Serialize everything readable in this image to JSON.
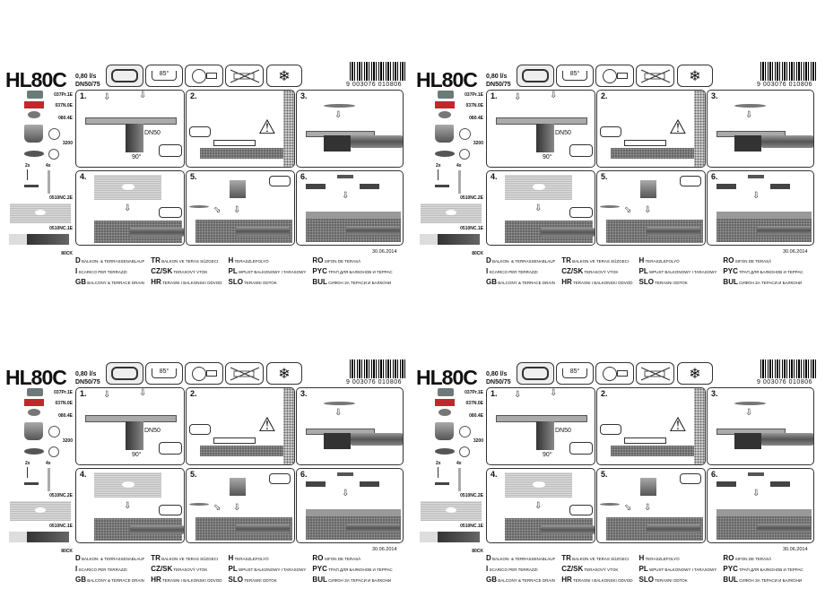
{
  "product": {
    "code": "HL80C",
    "flow": "0,80 l/s",
    "dn": "DN50/75",
    "barcode_number": "9 003076 010806",
    "date": "30.06.2014"
  },
  "icons": [
    "drain-grate-icon",
    "temperature-85-icon",
    "siphon-icon",
    "no-tool-icon",
    "frost-snowflake-icon"
  ],
  "temperature_label": "85°",
  "parts": [
    {
      "code": "037Pr.1E"
    },
    {
      "code": "037N.0E"
    },
    {
      "code": "080.4E"
    },
    {
      "code": "3200"
    },
    {
      "code": "0510NC.2E"
    },
    {
      "code": "0510NC.1E"
    },
    {
      "code": "80CK"
    }
  ],
  "quantities": {
    "screw": "2x",
    "pin": "4x"
  },
  "steps": [
    "1.",
    "2.",
    "3.",
    "4.",
    "5.",
    "6."
  ],
  "step_labels": {
    "dn": "DN50",
    "angle": "90°"
  },
  "legend": [
    {
      "code": "D",
      "text": "BALKON- & TERRASSENABLAUF"
    },
    {
      "code": "I",
      "text": "SCARICO PER TERRAZZI"
    },
    {
      "code": "GB",
      "text": "BALCONY & TERRACE DRAIN"
    },
    {
      "code": "TR",
      "text": "BALKON VE TERAS SÜZGECI"
    },
    {
      "code": "CZ/SK",
      "text": "TERASOVÝ VTOK"
    },
    {
      "code": "HR",
      "text": "TERASNI I BALKONSKI ODVOD"
    },
    {
      "code": "H",
      "text": "TERASZLEFOLYÓ"
    },
    {
      "code": "PL",
      "text": "WPUST BALKONOWY I TARASOWY"
    },
    {
      "code": "SLO",
      "text": "TERASNI ODTOK"
    },
    {
      "code": "RO",
      "text": "SIFON DE TERASĂ"
    },
    {
      "code": "PYC",
      "text": "ТРАП ДЛЯ БАЛКОНОВ И ТЕРРАС"
    },
    {
      "code": "BUL",
      "text": "СИФОН ЗА ТЕРАСИ И БАЛКОНИ"
    }
  ]
}
